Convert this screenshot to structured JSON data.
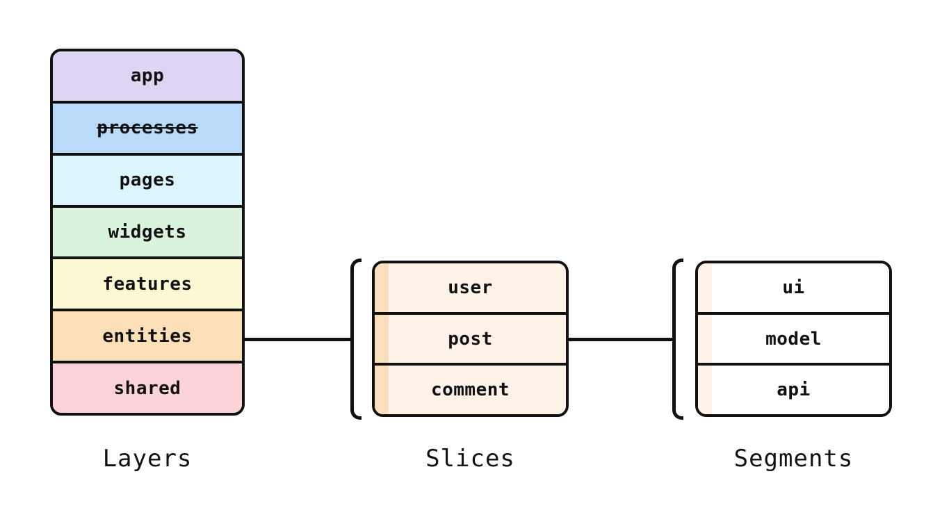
{
  "diagram": {
    "background": "#ffffff",
    "stroke_color": "#111111",
    "layers": {
      "label": "Layers",
      "items": [
        {
          "name": "app",
          "color": "#ded5f2",
          "strikethrough": false
        },
        {
          "name": "processes",
          "color": "#b9dbf9",
          "strikethrough": true
        },
        {
          "name": "pages",
          "color": "#dcf5fc",
          "strikethrough": false
        },
        {
          "name": "widgets",
          "color": "#daf3dd",
          "strikethrough": false
        },
        {
          "name": "features",
          "color": "#fcf8d4",
          "strikethrough": false
        },
        {
          "name": "entities",
          "color": "#fbdfb9",
          "strikethrough": false
        },
        {
          "name": "shared",
          "color": "#fcd3d6",
          "strikethrough": false
        }
      ]
    },
    "slices": {
      "label": "Slices",
      "fill_color": "#fdf2e7",
      "strip_color": "#fadfbd",
      "items": [
        {
          "name": "user"
        },
        {
          "name": "post"
        },
        {
          "name": "comment"
        }
      ]
    },
    "segments": {
      "label": "Segments",
      "fill_color": "#ffffff",
      "strip_color": "#fdf3ea",
      "items": [
        {
          "name": "ui"
        },
        {
          "name": "model"
        },
        {
          "name": "api"
        }
      ]
    }
  }
}
